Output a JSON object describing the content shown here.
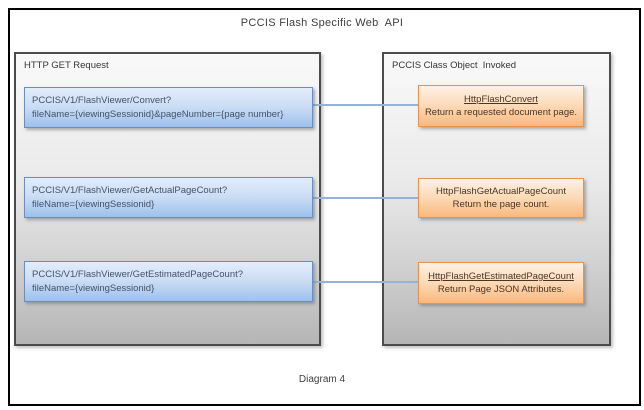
{
  "title": "PCCIS Flash Specific Web  API",
  "caption": "Diagram 4",
  "left_panel": {
    "header": "HTTP GET Request",
    "boxes": [
      {
        "line1": "PCCIS/V1/FlashViewer/Convert?",
        "line2": "fileName={viewingSessionid}&pageNumber={page number}"
      },
      {
        "line1": "PCCIS/V1/FlashViewer/GetActualPageCount?",
        "line2": "fileName={viewingSessionid}"
      },
      {
        "line1": "PCCIS/V1/FlashViewer/GetEstimatedPageCount?",
        "line2": "fileName={viewingSessionid}"
      }
    ]
  },
  "right_panel": {
    "header": "PCCIS Class Object  Invoked",
    "boxes": [
      {
        "title": "HttpFlashConvert",
        "title_underlined": true,
        "description": "Return a requested document page."
      },
      {
        "title": "HttpFlashGetActualPageCount",
        "title_underlined": false,
        "description": "Return the page count."
      },
      {
        "title": "HttpFlashGetEstimatedPageCount",
        "title_underlined": true,
        "description": "Return Page JSON Attributes."
      }
    ]
  },
  "colors": {
    "frame_border": "#000000",
    "panel_border": "#4c4c4c",
    "panel_fill_top": "#f9f9f9",
    "panel_fill_bottom": "#b5b5b5",
    "request_box_border": "#6b8ebf",
    "request_box_fill_top": "#e3edfb",
    "request_box_fill_bottom": "#9dc0ec",
    "class_box_border": "#e8924a",
    "class_box_fill_top": "#fdf1e5",
    "class_box_fill_bottom": "#f9b97e",
    "connector": "#95b3d7",
    "text": "#3f3f3f"
  }
}
